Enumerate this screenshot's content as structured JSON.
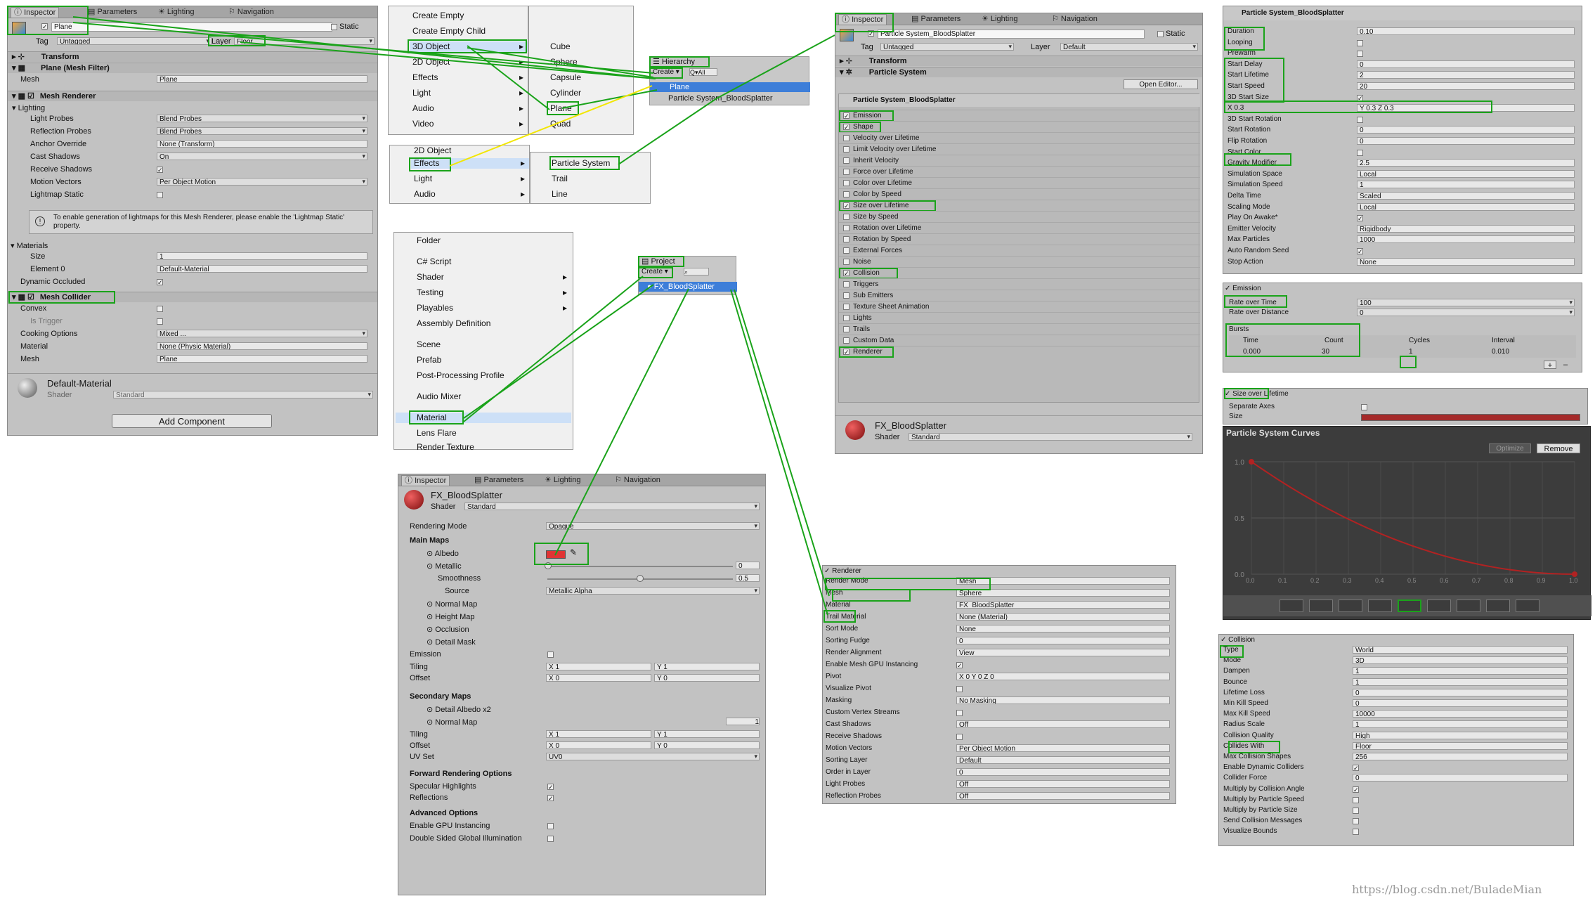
{
  "watermark": "https://blog.csdn.net/BuladeMian",
  "tabs": [
    "Inspector",
    "Parameters",
    "Lighting",
    "Navigation"
  ],
  "p1": {
    "object_name": "Plane",
    "static_label": "Static",
    "tag_label": "Tag",
    "tag_value": "Untagged",
    "layer_label": "Layer",
    "layer_value": "Floor",
    "transform": "Transform",
    "mesh_filter": "Plane (Mesh Filter)",
    "mesh_label": "Mesh",
    "mesh_value": "Plane",
    "mesh_renderer": "Mesh Renderer",
    "lighting": "Lighting",
    "rows": [
      {
        "label": "Light Probes",
        "value": "Blend Probes"
      },
      {
        "label": "Reflection Probes",
        "value": "Blend Probes"
      },
      {
        "label": "Anchor Override",
        "value": "None (Transform)"
      },
      {
        "label": "Cast Shadows",
        "value": "On"
      },
      {
        "label": "Receive Shadows",
        "value": "✓"
      },
      {
        "label": "Motion Vectors",
        "value": "Per Object Motion"
      },
      {
        "label": "Lightmap Static",
        "value": ""
      }
    ],
    "info": "To enable generation of lightmaps for this Mesh Renderer, please enable the 'Lightmap Static' property.",
    "materials": "Materials",
    "size_label": "Size",
    "size_value": "1",
    "element0_label": "Element 0",
    "element0_value": "Default-Material",
    "dynamic_occluded": "Dynamic Occluded",
    "mesh_collider": "Mesh Collider",
    "convex": "Convex",
    "is_trigger": "Is Trigger",
    "cooking_label": "Cooking Options",
    "cooking_value": "Mixed ...",
    "material_label": "Material",
    "material_value": "None (Physic Material)",
    "mesh2_label": "Mesh",
    "mesh2_value": "Plane",
    "default_material": "Default-Material",
    "shader_label": "Shader",
    "shader_value": "Standard",
    "add_component": "Add Component"
  },
  "menu1": {
    "items": [
      "Create Empty",
      "Create Empty Child",
      "3D Object",
      "2D Object",
      "Effects",
      "Light",
      "Audio",
      "Video"
    ],
    "sub": [
      "Cube",
      "Sphere",
      "Capsule",
      "Cylinder",
      "Plane",
      "Quad"
    ]
  },
  "menu2": {
    "items": [
      "2D Object",
      "Effects",
      "Light",
      "Audio"
    ],
    "sub": [
      "Particle System",
      "Trail",
      "Line"
    ]
  },
  "hierarchy": {
    "title": "Hierarchy",
    "create": "Create",
    "search": "Q▾All",
    "items": [
      "Plane",
      "Particle System_BloodSplatter"
    ]
  },
  "menu3": {
    "items": [
      "Folder",
      "C# Script",
      "Shader",
      "Testing",
      "Playables",
      "Assembly Definition",
      "Scene",
      "Prefab",
      "Post-Processing Profile",
      "Audio Mixer",
      "Material",
      "Lens Flare",
      "Render Texture"
    ]
  },
  "project": {
    "title": "Project",
    "create": "Create",
    "item": "FX_BloodSplatter"
  },
  "mat": {
    "name": "FX_BloodSplatter",
    "shader_label": "Shader",
    "shader_value": "Standard",
    "rendering_mode_label": "Rendering Mode",
    "rendering_mode": "Opaque",
    "main_maps": "Main Maps",
    "albedo": "Albedo",
    "metallic": "Metallic",
    "metallic_value": "0",
    "smoothness": "Smoothness",
    "smoothness_value": "0.5",
    "source": "Source",
    "source_value": "Metallic Alpha",
    "normal_map": "Normal Map",
    "height_map": "Height Map",
    "occlusion": "Occlusion",
    "detail_mask": "Detail Mask",
    "emission": "Emission",
    "tiling": "Tiling",
    "offset": "Offset",
    "x": "X",
    "y": "Y",
    "one": "1",
    "zero": "0",
    "secondary": "Secondary Maps",
    "detail_albedo": "Detail Albedo x2",
    "normal_map2": "Normal Map",
    "normal_val": "1",
    "uv_set": "UV Set",
    "uv0": "UV0",
    "forward": "Forward Rendering Options",
    "specular": "Specular Highlights",
    "reflections": "Reflections",
    "advanced": "Advanced Options",
    "gpu": "Enable GPU Instancing",
    "double": "Double Sided Global Illumination",
    "albedo_color": "#e03434"
  },
  "ps": {
    "name": "Particle System_BloodSplatter",
    "static": "Static",
    "tag_label": "Tag",
    "tag_value": "Untagged",
    "layer_label": "Layer",
    "layer_value": "Default",
    "transform": "Transform",
    "particle_system": "Particle System",
    "open_editor": "Open Editor...",
    "module_title": "Particle System_BloodSplatter",
    "modules": [
      "Emission",
      "Shape",
      "Velocity over Lifetime",
      "Limit Velocity over Lifetime",
      "Inherit Velocity",
      "Force over Lifetime",
      "Color over Lifetime",
      "Color by Speed",
      "Size over Lifetime",
      "Size by Speed",
      "Rotation over Lifetime",
      "Rotation by Speed",
      "External Forces",
      "Noise",
      "Collision",
      "Triggers",
      "Sub Emitters",
      "Texture Sheet Animation",
      "Lights",
      "Trails",
      "Custom Data",
      "Renderer"
    ],
    "checked": [
      true,
      true,
      false,
      false,
      false,
      false,
      false,
      false,
      true,
      false,
      false,
      false,
      false,
      false,
      true,
      false,
      false,
      false,
      false,
      false,
      false,
      true
    ],
    "mat_name": "FX_BloodSplatter",
    "shader_label": "Shader",
    "shader_value": "Standard"
  },
  "renderer": {
    "title": "Renderer",
    "rows": [
      {
        "label": "Render Mode",
        "value": "Mesh"
      },
      {
        "label": "Mesh",
        "value": "Sphere"
      },
      {
        "label": "Material",
        "value": "FX_BloodSplatter"
      },
      {
        "label": "Trail Material",
        "value": "None (Material)"
      },
      {
        "label": "Sort Mode",
        "value": "None"
      },
      {
        "label": "Sorting Fudge",
        "value": "0"
      },
      {
        "label": "Render Alignment",
        "value": "View"
      },
      {
        "label": "Enable Mesh GPU Instancing",
        "value": "✓"
      },
      {
        "label": "Pivot",
        "value": "X 0     Y 0     Z 0"
      },
      {
        "label": "Visualize Pivot",
        "value": ""
      },
      {
        "label": "Masking",
        "value": "No Masking"
      },
      {
        "label": "Custom Vertex Streams",
        "value": ""
      },
      {
        "label": "Cast Shadows",
        "value": "Off"
      },
      {
        "label": "Receive Shadows",
        "value": ""
      },
      {
        "label": "Motion Vectors",
        "value": "Per Object Motion"
      },
      {
        "label": "Sorting Layer",
        "value": "Default"
      },
      {
        "label": "Order in Layer",
        "value": "0"
      },
      {
        "label": "Light Probes",
        "value": "Off"
      },
      {
        "label": "Reflection Probes",
        "value": "Off"
      }
    ]
  },
  "main": {
    "title": "Particle System_BloodSplatter",
    "rows": [
      {
        "label": "Duration",
        "value": "0.10"
      },
      {
        "label": "Looping",
        "value": ""
      },
      {
        "label": "Prewarm",
        "value": ""
      },
      {
        "label": "Start Delay",
        "value": "0"
      },
      {
        "label": "Start Lifetime",
        "value": "2"
      },
      {
        "label": "Start Speed",
        "value": "20"
      },
      {
        "label": "3D Start Size",
        "value": "✓"
      },
      {
        "label": "X 0.3",
        "value": "Y 0.3                    Z 0.3"
      },
      {
        "label": "3D Start Rotation",
        "value": ""
      },
      {
        "label": "Start Rotation",
        "value": "0"
      },
      {
        "label": "Flip Rotation",
        "value": "0"
      },
      {
        "label": "Start Color",
        "value": ""
      },
      {
        "label": "Gravity Modifier",
        "value": "2.5"
      },
      {
        "label": "Simulation Space",
        "value": "Local"
      },
      {
        "label": "Simulation Speed",
        "value": "1"
      },
      {
        "label": "Delta Time",
        "value": "Scaled"
      },
      {
        "label": "Scaling Mode",
        "value": "Local"
      },
      {
        "label": "Play On Awake*",
        "value": "✓"
      },
      {
        "label": "Emitter Velocity",
        "value": "Rigidbody"
      },
      {
        "label": "Max Particles",
        "value": "1000"
      },
      {
        "label": "Auto Random Seed",
        "value": "✓"
      },
      {
        "label": "Stop Action",
        "value": "None"
      }
    ]
  },
  "emission": {
    "title": "Emission",
    "rate_time": "Rate over Time",
    "rate_time_val": "100",
    "rate_dist": "Rate over Distance",
    "rate_dist_val": "0",
    "bursts": "Bursts",
    "h_time": "Time",
    "h_count": "Count",
    "h_cycles": "Cycles",
    "h_interval": "Interval",
    "v_time": "0.000",
    "v_count": "30",
    "v_cycles": "1",
    "v_interval": "0.010",
    "plus": "+",
    "minus": "–"
  },
  "sol": {
    "title": "Size over Lifetime",
    "separate": "Separate Axes",
    "size": "Size",
    "curves_title": "Particle System Curves",
    "optimize": "Optimize",
    "remove": "Remove",
    "y_ticks": [
      "1.0",
      "0.5",
      "0.0"
    ],
    "x_ticks": [
      "0.0",
      "0.1",
      "0.2",
      "0.3",
      "0.4",
      "0.5",
      "0.6",
      "0.7",
      "0.8",
      "0.9",
      "1.0"
    ]
  },
  "collision": {
    "title": "Collision",
    "rows": [
      {
        "label": "Type",
        "value": "World"
      },
      {
        "label": "Mode",
        "value": "3D"
      },
      {
        "label": "Dampen",
        "value": "1"
      },
      {
        "label": "Bounce",
        "value": "1"
      },
      {
        "label": "Lifetime Loss",
        "value": "0"
      },
      {
        "label": "Min Kill Speed",
        "value": "0"
      },
      {
        "label": "Max Kill Speed",
        "value": "10000"
      },
      {
        "label": "Radius Scale",
        "value": "1"
      },
      {
        "label": "Collision Quality",
        "value": "High"
      },
      {
        "label": "Collides With",
        "value": "Floor"
      },
      {
        "label": "Max Collision Shapes",
        "value": "256"
      },
      {
        "label": "Enable Dynamic Colliders",
        "value": "✓"
      },
      {
        "label": "Collider Force",
        "value": "0"
      },
      {
        "label": "Multiply by Collision Angle",
        "value": "✓"
      },
      {
        "label": "Multiply by Particle Speed",
        "value": ""
      },
      {
        "label": "Multiply by Particle Size",
        "value": ""
      },
      {
        "label": "Send Collision Messages",
        "value": ""
      },
      {
        "label": "Visualize Bounds",
        "value": ""
      }
    ]
  },
  "colors": {
    "highlight": "#1aa31a",
    "selection": "#3d7ed9",
    "panel": "#c2c2c2",
    "curve": "#b22222",
    "yellow": "#f2e600"
  }
}
